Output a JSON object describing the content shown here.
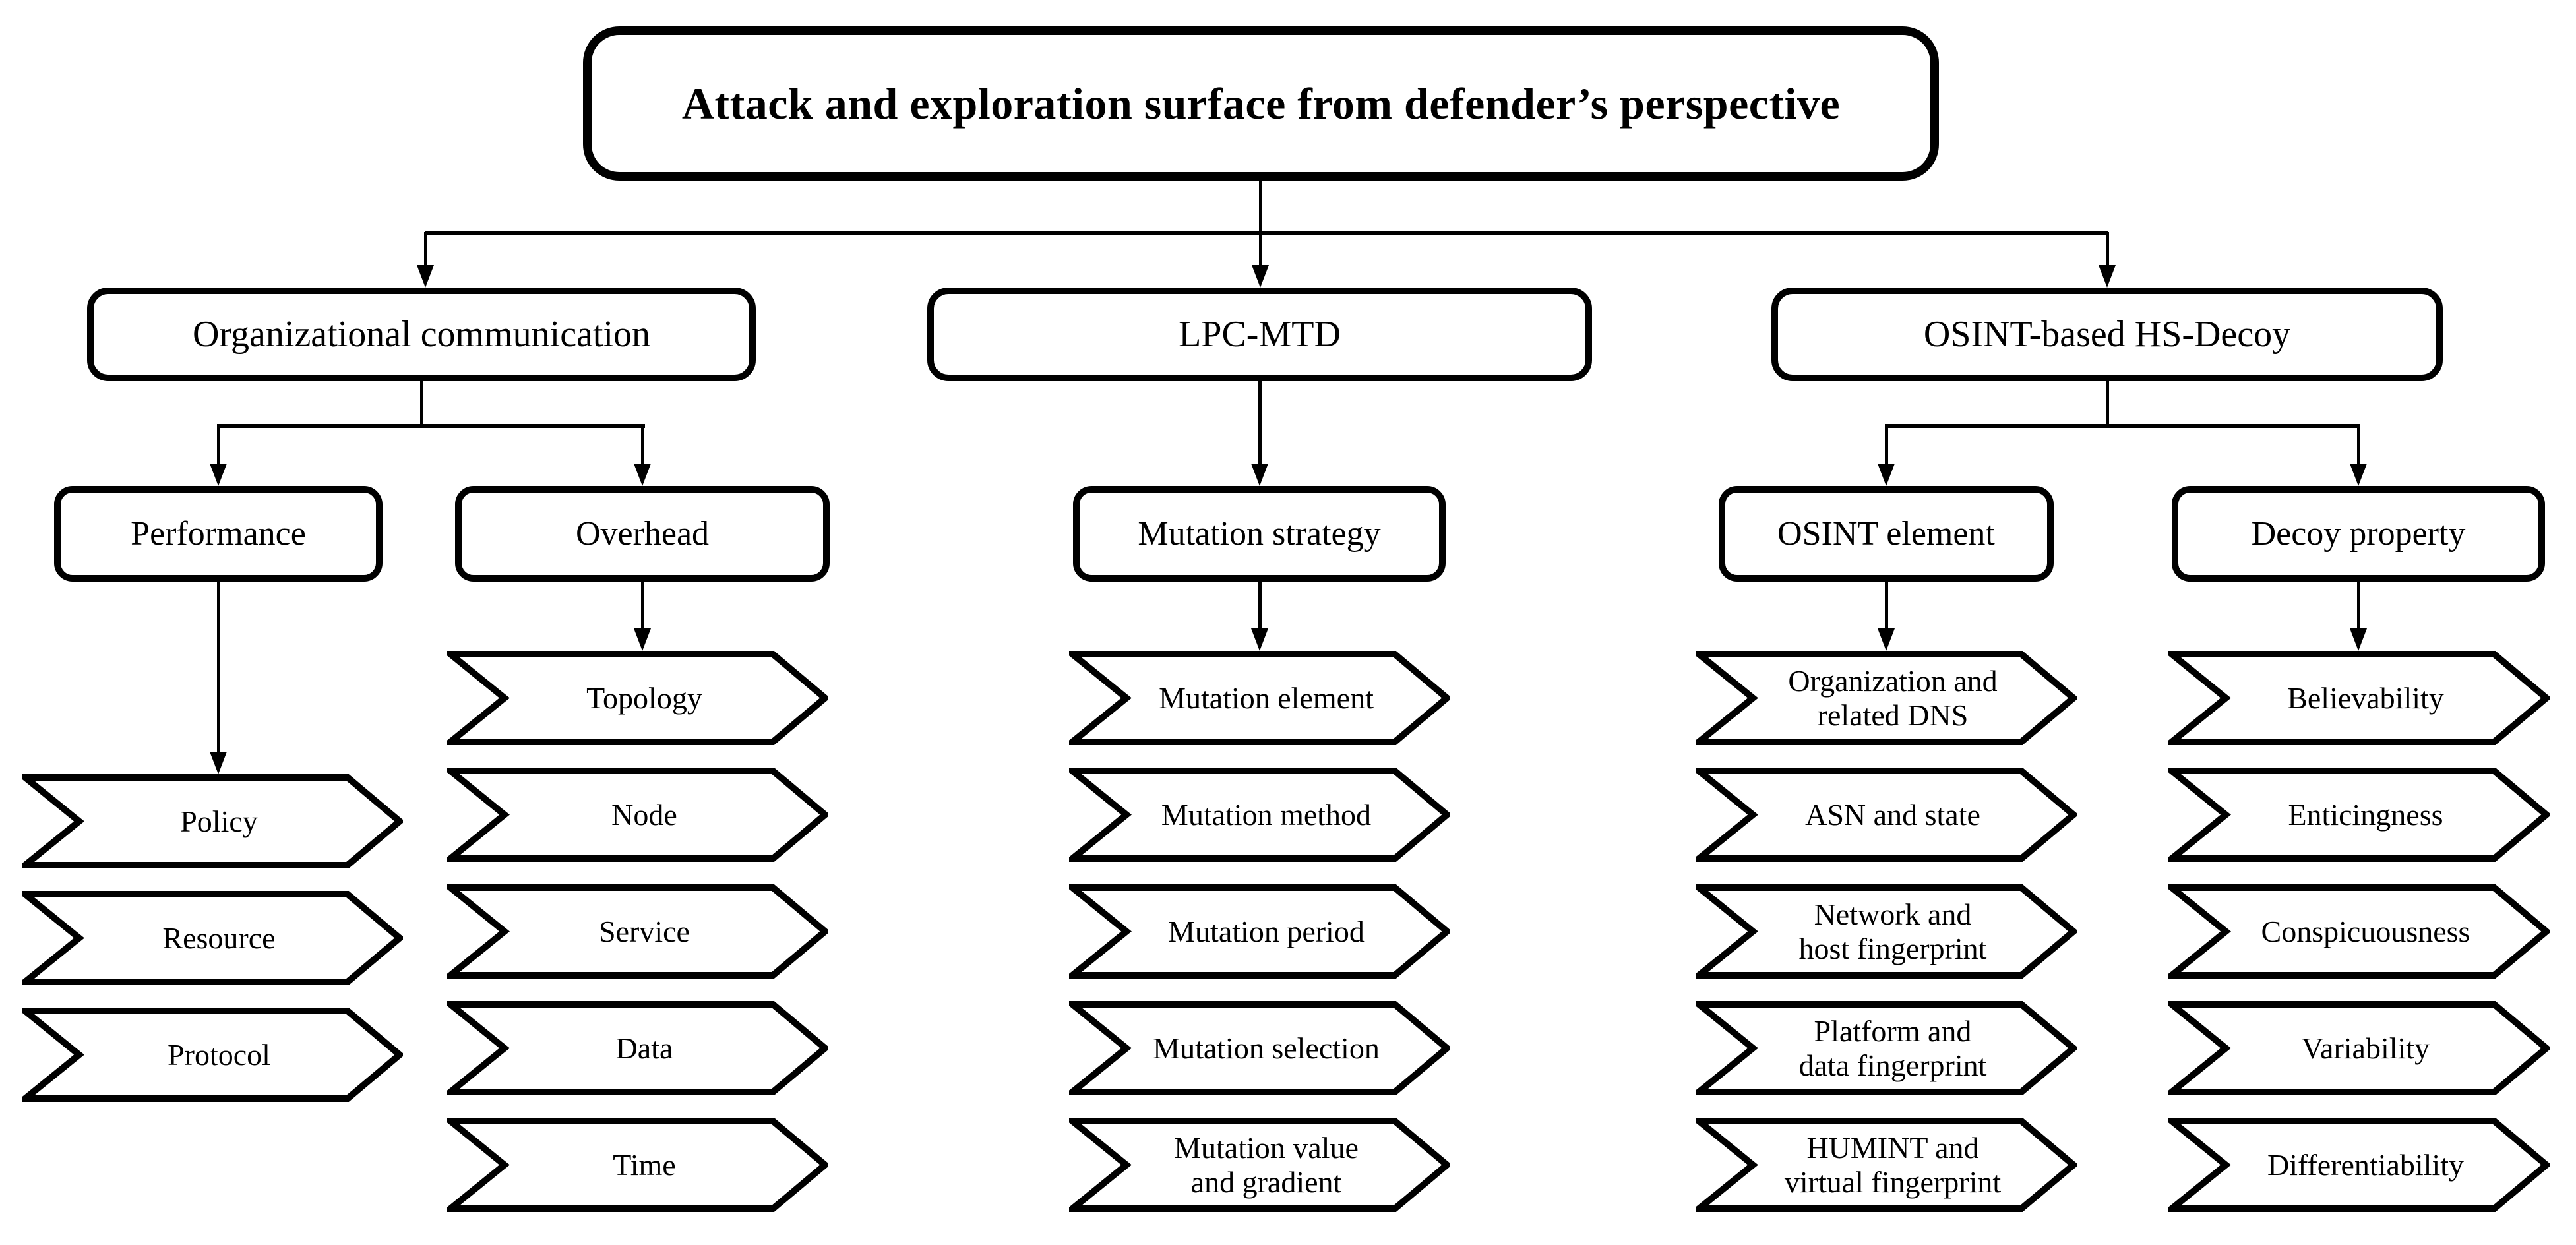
{
  "diagram": {
    "root": {
      "label": "Attack and exploration surface from defender’s perspective"
    },
    "branches": [
      {
        "label": "Organizational communication",
        "children": [
          {
            "label": "Performance",
            "items": [
              "Policy",
              "Resource",
              "Protocol"
            ]
          },
          {
            "label": "Overhead",
            "items": [
              "Topology",
              "Node",
              "Service",
              "Data",
              "Time"
            ]
          }
        ]
      },
      {
        "label": "LPC-MTD",
        "children": [
          {
            "label": "Mutation strategy",
            "items": [
              "Mutation element",
              "Mutation method",
              "Mutation period",
              "Mutation selection",
              "Mutation value\nand gradient"
            ]
          }
        ]
      },
      {
        "label": "OSINT-based HS-Decoy",
        "children": [
          {
            "label": "OSINT element",
            "items": [
              "Organization and\nrelated DNS",
              "ASN and state",
              "Network and\nhost fingerprint",
              "Platform and\ndata fingerprint",
              "HUMINT and\nvirtual fingerprint"
            ]
          },
          {
            "label": "Decoy property",
            "items": [
              "Believability",
              "Enticingness",
              "Conspicuousness",
              "Variability",
              "Differentiability"
            ]
          }
        ]
      }
    ],
    "colors": {
      "line": "#000000",
      "fill": "#ffffff"
    }
  }
}
